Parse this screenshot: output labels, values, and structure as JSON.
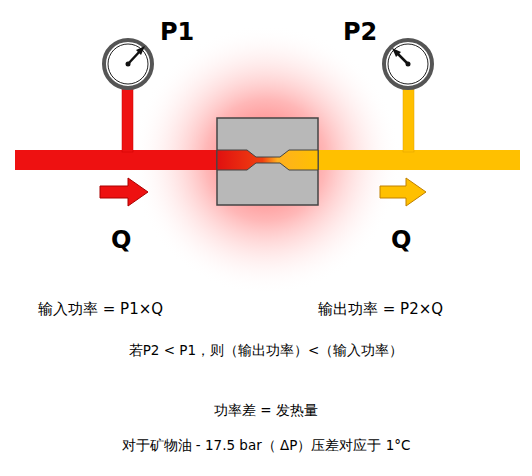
{
  "diagram": {
    "labels": [
      "P1",
      "P2",
      "Q",
      "Q",
      "输入功率 = P1×Q",
      "输出功率 = P2×Q",
      "若P2 < P1，则（输出功率）<（输入功率）",
      "功率差 = 发热量",
      "对于矿物油 - 17.5 bar（ ΔP）压差对应于 1°C"
    ]
  }
}
